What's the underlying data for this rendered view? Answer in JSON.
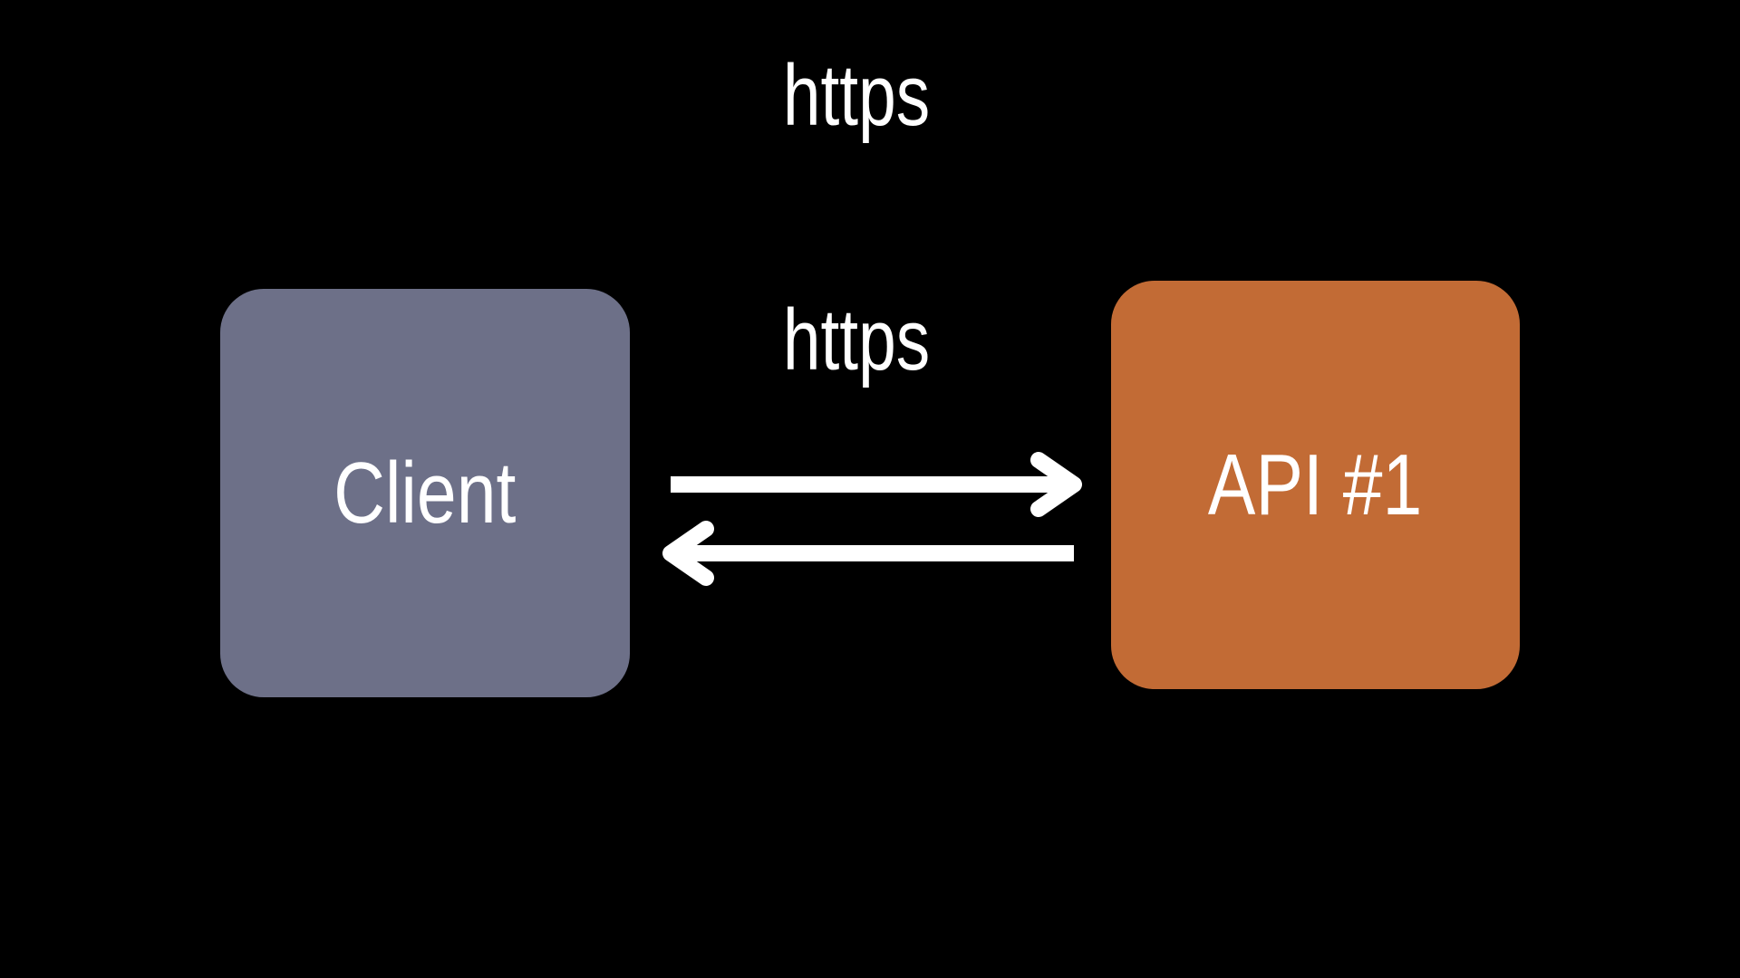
{
  "diagram": {
    "top_label": "https",
    "edge_label": "https",
    "nodes": [
      {
        "id": "client",
        "label": "Client",
        "color": "#6d7088"
      },
      {
        "id": "api",
        "label": "API #1",
        "color": "#c26b35"
      }
    ],
    "edges": [
      {
        "from": "client",
        "to": "api",
        "direction": "right"
      },
      {
        "from": "api",
        "to": "client",
        "direction": "left"
      }
    ],
    "colors": {
      "background": "#000000",
      "text": "#ffffff",
      "arrow": "#ffffff"
    }
  }
}
